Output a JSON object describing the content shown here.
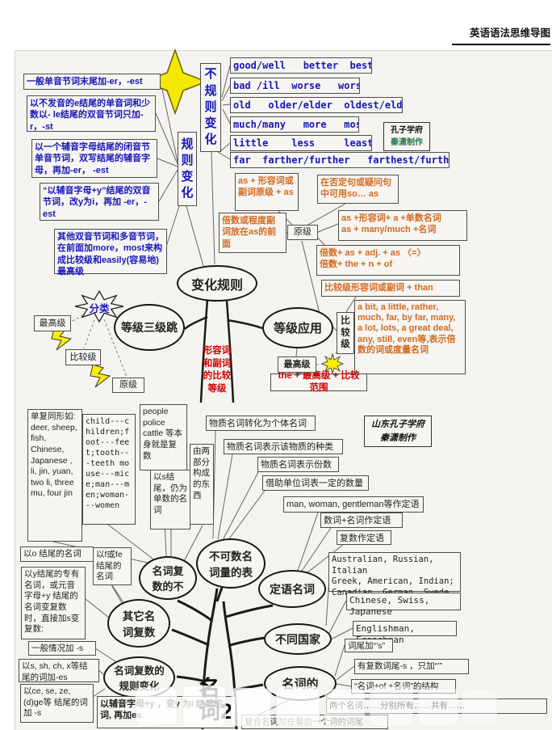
{
  "header": {
    "title": "英语语法思维导图"
  },
  "colors": {
    "blue": "#1616b8",
    "orange": "#d2691e",
    "red": "#d10000",
    "star_yellow": "#f5e800"
  },
  "top": {
    "root": "变化规则",
    "rule_node": "规则变化",
    "irregular_node": "不规则变化",
    "classify_label": "分类",
    "jump_node": "等级三级跳",
    "apply_node": "等级应用",
    "trunk_label": "形容词和副词的比较等级",
    "stamp": {
      "line1": "孔子学府",
      "line2": "秦潇制作"
    },
    "rule_items": [
      "一般单音节词末尾加-er，-est",
      "以不发音的e结尾的单音词和少数以- le结尾的双音节词只加-r，-st",
      "以一个辅音字母结尾的闭音节单音节词，双写结尾的辅音字母，再加-er， -est",
      "“以辅音字母+y”结尾的双音节词，改y为i，再加 -er，-est",
      "其他双音节词和多音节词，在前面加more，most来构成比较级和easily(容易地)最高级"
    ],
    "irregular_items": [
      "good/well   better  best",
      "bad /ill  worse   worst",
      "old   older/elder  oldest/eldest",
      "much/many   more   most",
      "little    less     least",
      "far  farther/further   farthest/furthest"
    ],
    "class_items": [
      "最高级",
      "比较级",
      "原级"
    ],
    "positive": {
      "node": "原级",
      "as_as": "as + 形容词或副词原级 + as",
      "negative": "在否定句或疑问句中可用so… as",
      "multiple_pos": "倍数或程度副词放在as的前面",
      "as_noun": "as +形容词+ a +单数名词\nas + many/much +名词",
      "multiple_formula": "倍数+ as + adj. + as 〈=〉\n倍数+ the + n + of"
    },
    "comparative": {
      "node": "比较级",
      "than": "比较级形容词或副词 + than",
      "modifiers": "a bit, a little, rather, much, far, by far, many, a lot, lots, a great deal, any, still, even等,表示倍数的词或度量名词"
    },
    "superlative": {
      "node": "最高级",
      "range": "the + 最高级 + 比较范围"
    }
  },
  "bottom": {
    "trunk_label": "名词2",
    "stamp": {
      "line1": "山东孔子学府",
      "line2": "秦潇制作"
    },
    "irregular": {
      "node": "名词复数的不",
      "same_form": "单复同形如: deer, sheep, fish, Chinese, Japanese , li, jin, yuan, two li, three mu, four jin",
      "mutation": "child---children;foot---feet;tooth---teeth mouse---mice;man---men;woman---women",
      "always_plural": "people police cattle 等本身就是复数",
      "s_singular": "以s结尾，仍为单数的名词",
      "two_parts": "由两部分构成的东西"
    },
    "uncountable": {
      "node": "不可数名词量的表",
      "items": [
        "物质名词转化为个体名词",
        "物质名词表示该物质的种类",
        "物质名词表示份数",
        "借助单位词表一定的数量"
      ]
    },
    "attributive": {
      "node": "定语名词",
      "items": [
        "man, woman, gentleman等作定语",
        "数词+名词作定语",
        "复数作定语"
      ]
    },
    "countries": {
      "node": "不同国家",
      "items": [
        "Australian, Russian, Italian\nGreek, American, Indian;\nCanadian, German, Swede",
        "Chinese, Swiss, Japanese",
        "Englishman, Frenchman"
      ]
    },
    "possessive": {
      "node": "名词的",
      "items": [
        "词尾加“’s”",
        "有复数词尾-s ，只加“’”",
        "“名词+of +名词”的结构",
        "两个名词……分别所有……共有……",
        "复合名词加在最后一个词的词尾"
      ]
    },
    "other_plural": {
      "node": "其它名词复数",
      "items": [
        "以o 结尾的名词",
        "以f或fe结尾的名词",
        "以y结尾的专有名词，或元音字母+y 结尾的名词变复数时，直接加s变复数:"
      ]
    },
    "regular": {
      "node": "名词复数的规则变化",
      "items": [
        "一般情况加 -s",
        "以s, sh, ch, x等结尾的词加-es",
        "以ce, se, ze, (d)ge等 结尾的词加 -s",
        "以辅音字母+y ，变y 为i 结尾的词, 再加es"
      ]
    }
  }
}
